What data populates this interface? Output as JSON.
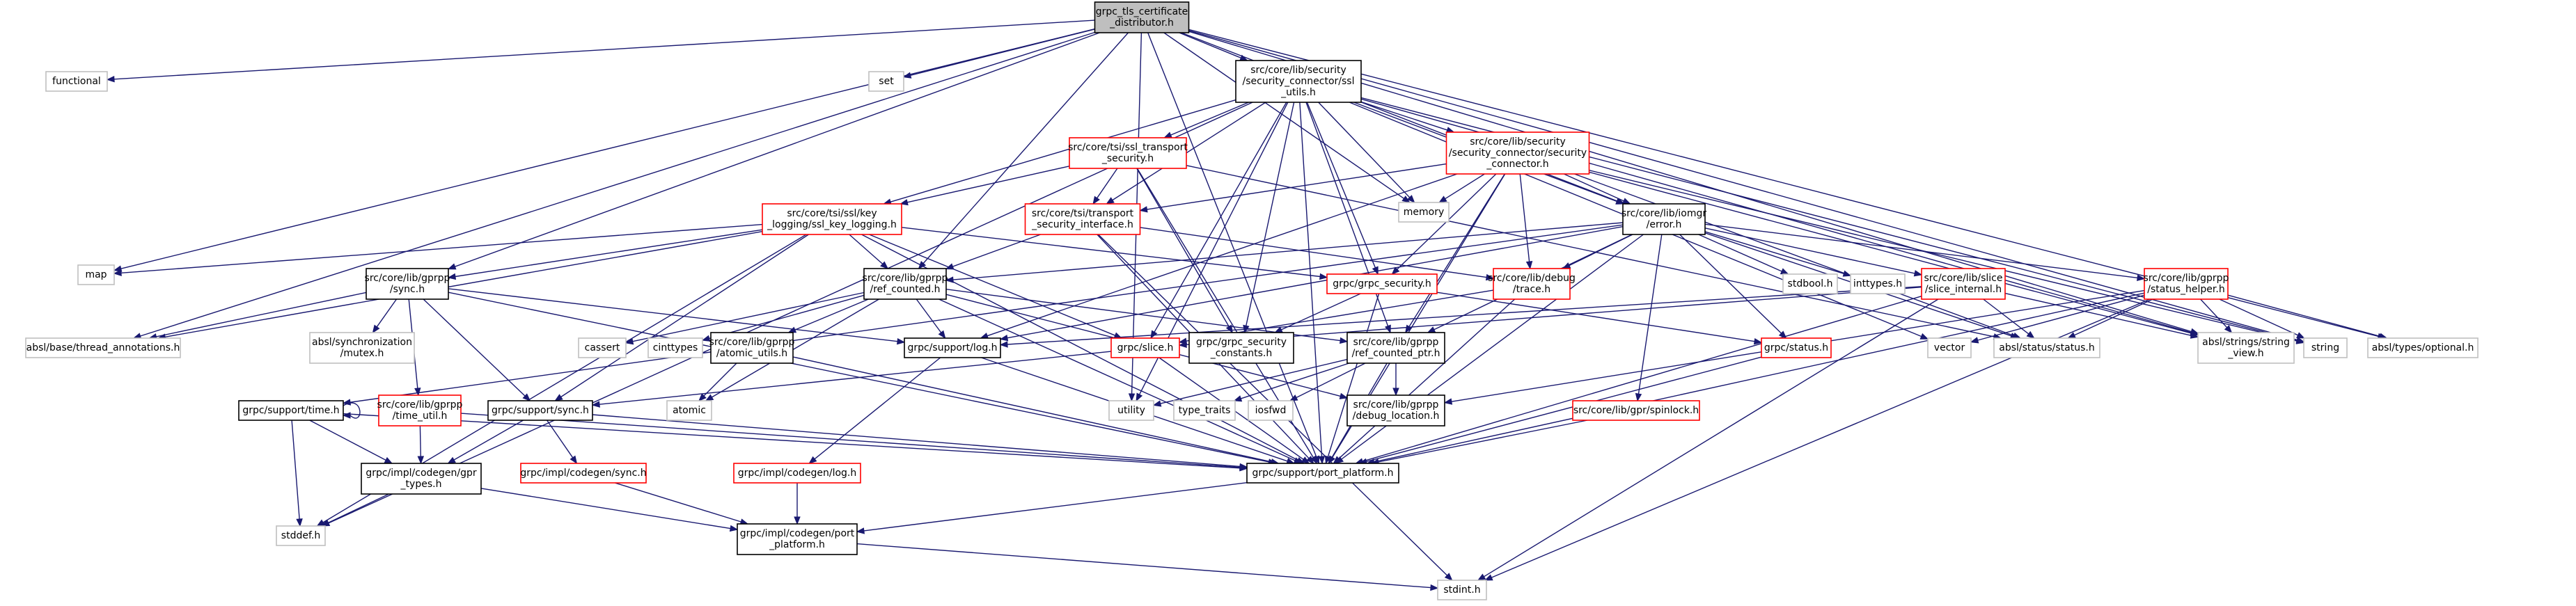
{
  "colors": {
    "edge": "#191970",
    "root_fill": "#bfbfbf",
    "root_border": "#000000",
    "documented_border": "#000000",
    "incomplete_border": "#ff0000",
    "external_border": "#bfbfbf",
    "node_fill": "#ffffff"
  },
  "nodes": [
    {
      "id": "root",
      "lines": [
        "grpc_tls_certificate",
        "_distributor.h"
      ],
      "kind": "root"
    },
    {
      "id": "functional",
      "lines": [
        "functional"
      ],
      "kind": "external"
    },
    {
      "id": "set",
      "lines": [
        "set"
      ],
      "kind": "external"
    },
    {
      "id": "ssl_utils",
      "lines": [
        "src/core/lib/security",
        "/security_connector/ssl",
        "_utils.h"
      ],
      "kind": "documented"
    },
    {
      "id": "memory",
      "lines": [
        "memory"
      ],
      "kind": "external"
    },
    {
      "id": "ssl_transport_security",
      "lines": [
        "src/core/tsi/ssl_transport",
        "_security.h"
      ],
      "kind": "incomplete"
    },
    {
      "id": "security_connector",
      "lines": [
        "src/core/lib/security",
        "/security_connector/security",
        "_connector.h"
      ],
      "kind": "incomplete"
    },
    {
      "id": "key_logging",
      "lines": [
        "src/core/tsi/ssl/key",
        "_logging/ssl_key_logging.h"
      ],
      "kind": "incomplete"
    },
    {
      "id": "transport_security_interface",
      "lines": [
        "src/core/tsi/transport",
        "_security_interface.h"
      ],
      "kind": "incomplete"
    },
    {
      "id": "iomgr_error",
      "lines": [
        "src/core/lib/iomgr",
        "/error.h"
      ],
      "kind": "documented"
    },
    {
      "id": "map",
      "lines": [
        "map"
      ],
      "kind": "external"
    },
    {
      "id": "gprpp_sync",
      "lines": [
        "src/core/lib/gprpp",
        "/sync.h"
      ],
      "kind": "documented"
    },
    {
      "id": "ref_counted",
      "lines": [
        "src/core/lib/gprpp",
        "/ref_counted.h"
      ],
      "kind": "documented"
    },
    {
      "id": "grpc_security",
      "lines": [
        "grpc/grpc_security.h"
      ],
      "kind": "incomplete"
    },
    {
      "id": "debug_trace",
      "lines": [
        "src/core/lib/debug",
        "/trace.h"
      ],
      "kind": "incomplete"
    },
    {
      "id": "stdbool",
      "lines": [
        "stdbool.h"
      ],
      "kind": "external"
    },
    {
      "id": "inttypes",
      "lines": [
        "inttypes.h"
      ],
      "kind": "external"
    },
    {
      "id": "slice_internal",
      "lines": [
        "src/core/lib/slice",
        "/slice_internal.h"
      ],
      "kind": "incomplete"
    },
    {
      "id": "status_helper",
      "lines": [
        "src/core/lib/gprpp",
        "/status_helper.h"
      ],
      "kind": "incomplete"
    },
    {
      "id": "thread_annotations",
      "lines": [
        "absl/base/thread_annotations.h"
      ],
      "kind": "external"
    },
    {
      "id": "absl_mutex",
      "lines": [
        "absl/synchronization",
        "/mutex.h"
      ],
      "kind": "external"
    },
    {
      "id": "cassert",
      "lines": [
        "cassert"
      ],
      "kind": "external"
    },
    {
      "id": "cinttypes",
      "lines": [
        "cinttypes"
      ],
      "kind": "external"
    },
    {
      "id": "atomic_utils",
      "lines": [
        "src/core/lib/gprpp",
        "/atomic_utils.h"
      ],
      "kind": "documented"
    },
    {
      "id": "support_log",
      "lines": [
        "grpc/support/log.h"
      ],
      "kind": "documented"
    },
    {
      "id": "grpc_security_constants",
      "lines": [
        "grpc/grpc_security",
        "_constants.h"
      ],
      "kind": "documented"
    },
    {
      "id": "ref_counted_ptr",
      "lines": [
        "src/core/lib/gprpp",
        "/ref_counted_ptr.h"
      ],
      "kind": "documented"
    },
    {
      "id": "grpc_slice",
      "lines": [
        "grpc/slice.h"
      ],
      "kind": "incomplete"
    },
    {
      "id": "grpc_status",
      "lines": [
        "grpc/status.h"
      ],
      "kind": "incomplete"
    },
    {
      "id": "vector",
      "lines": [
        "vector"
      ],
      "kind": "external"
    },
    {
      "id": "absl_status",
      "lines": [
        "absl/status/status.h"
      ],
      "kind": "external"
    },
    {
      "id": "string_view",
      "lines": [
        "absl/strings/string",
        "_view.h"
      ],
      "kind": "external"
    },
    {
      "id": "string",
      "lines": [
        "string"
      ],
      "kind": "external"
    },
    {
      "id": "optional",
      "lines": [
        "absl/types/optional.h"
      ],
      "kind": "external"
    },
    {
      "id": "support_time",
      "lines": [
        "grpc/support/time.h"
      ],
      "kind": "documented"
    },
    {
      "id": "time_util",
      "lines": [
        "src/core/lib/gprpp",
        "/time_util.h"
      ],
      "kind": "incomplete"
    },
    {
      "id": "support_sync",
      "lines": [
        "grpc/support/sync.h"
      ],
      "kind": "documented"
    },
    {
      "id": "atomic",
      "lines": [
        "atomic"
      ],
      "kind": "external"
    },
    {
      "id": "utility",
      "lines": [
        "utility"
      ],
      "kind": "external"
    },
    {
      "id": "type_traits",
      "lines": [
        "type_traits"
      ],
      "kind": "external"
    },
    {
      "id": "iosfwd",
      "lines": [
        "iosfwd"
      ],
      "kind": "external"
    },
    {
      "id": "debug_location",
      "lines": [
        "src/core/lib/gprpp",
        "/debug_location.h"
      ],
      "kind": "documented"
    },
    {
      "id": "gpr_spinlock",
      "lines": [
        "src/core/lib/gpr/spinlock.h"
      ],
      "kind": "incomplete"
    },
    {
      "id": "gpr_types",
      "lines": [
        "grpc/impl/codegen/gpr",
        "_types.h"
      ],
      "kind": "documented"
    },
    {
      "id": "codegen_sync",
      "lines": [
        "grpc/impl/codegen/sync.h"
      ],
      "kind": "incomplete"
    },
    {
      "id": "codegen_log",
      "lines": [
        "grpc/impl/codegen/log.h"
      ],
      "kind": "incomplete"
    },
    {
      "id": "port_platform",
      "lines": [
        "grpc/support/port_platform.h"
      ],
      "kind": "documented"
    },
    {
      "id": "stddef",
      "lines": [
        "stddef.h"
      ],
      "kind": "external"
    },
    {
      "id": "codegen_port_platform",
      "lines": [
        "grpc/impl/codegen/port",
        "_platform.h"
      ],
      "kind": "documented"
    },
    {
      "id": "stdint",
      "lines": [
        "stdint.h"
      ],
      "kind": "external"
    }
  ],
  "edges": [
    [
      "root",
      "functional"
    ],
    [
      "root",
      "set"
    ],
    [
      "root",
      "ssl_utils"
    ],
    [
      "root",
      "memory"
    ],
    [
      "root",
      "thread_annotations"
    ],
    [
      "root",
      "map"
    ],
    [
      "root",
      "gprpp_sync"
    ],
    [
      "root",
      "ref_counted"
    ],
    [
      "root",
      "utility"
    ],
    [
      "root",
      "string"
    ],
    [
      "root",
      "string_view"
    ],
    [
      "root",
      "optional"
    ],
    [
      "root",
      "port_platform"
    ],
    [
      "root",
      "iomgr_error"
    ],
    [
      "ssl_utils",
      "ssl_transport_security"
    ],
    [
      "ssl_utils",
      "security_connector"
    ],
    [
      "ssl_utils",
      "key_logging"
    ],
    [
      "ssl_utils",
      "transport_security_interface"
    ],
    [
      "ssl_utils",
      "iomgr_error"
    ],
    [
      "ssl_utils",
      "grpc_security"
    ],
    [
      "ssl_utils",
      "grpc_security_constants"
    ],
    [
      "ssl_utils",
      "ref_counted_ptr"
    ],
    [
      "ssl_utils",
      "grpc_slice"
    ],
    [
      "ssl_utils",
      "vector"
    ],
    [
      "ssl_utils",
      "string"
    ],
    [
      "ssl_utils",
      "string_view"
    ],
    [
      "ssl_utils",
      "utility"
    ],
    [
      "ssl_utils",
      "port_platform"
    ],
    [
      "ssl_utils",
      "stddef"
    ],
    [
      "ssl_utils",
      "memory"
    ],
    [
      "ssl_transport_security",
      "key_logging"
    ],
    [
      "ssl_transport_security",
      "transport_security_interface"
    ],
    [
      "ssl_transport_security",
      "grpc_security_constants"
    ],
    [
      "ssl_transport_security",
      "absl_status"
    ],
    [
      "ssl_transport_security",
      "port_platform"
    ],
    [
      "security_connector",
      "iomgr_error"
    ],
    [
      "security_connector",
      "grpc_security"
    ],
    [
      "security_connector",
      "debug_trace"
    ],
    [
      "security_connector",
      "transport_security_interface"
    ],
    [
      "security_connector",
      "ref_counted_ptr"
    ],
    [
      "security_connector",
      "support_log"
    ],
    [
      "security_connector",
      "memory"
    ],
    [
      "security_connector",
      "absl_status"
    ],
    [
      "security_connector",
      "string_view"
    ],
    [
      "security_connector",
      "port_platform"
    ],
    [
      "security_connector",
      "string"
    ],
    [
      "key_logging",
      "gprpp_sync"
    ],
    [
      "key_logging",
      "ref_counted"
    ],
    [
      "key_logging",
      "grpc_slice"
    ],
    [
      "key_logging",
      "support_sync"
    ],
    [
      "key_logging",
      "map"
    ],
    [
      "key_logging",
      "thread_annotations"
    ],
    [
      "key_logging",
      "port_platform"
    ],
    [
      "key_logging",
      "grpc_security"
    ],
    [
      "key_logging",
      "stddef"
    ],
    [
      "transport_security_interface",
      "ref_counted"
    ],
    [
      "transport_security_interface",
      "debug_trace"
    ],
    [
      "transport_security_interface",
      "stdint"
    ],
    [
      "transport_security_interface",
      "port_platform"
    ],
    [
      "iomgr_error",
      "debug_trace"
    ],
    [
      "iomgr_error",
      "status_helper"
    ],
    [
      "iomgr_error",
      "slice_internal"
    ],
    [
      "iomgr_error",
      "grpc_status"
    ],
    [
      "iomgr_error",
      "gpr_spinlock"
    ],
    [
      "iomgr_error",
      "stdbool"
    ],
    [
      "iomgr_error",
      "inttypes"
    ],
    [
      "iomgr_error",
      "absl_status"
    ],
    [
      "iomgr_error",
      "support_log"
    ],
    [
      "iomgr_error",
      "ref_counted"
    ],
    [
      "iomgr_error",
      "port_platform"
    ],
    [
      "iomgr_error",
      "support_time"
    ],
    [
      "iomgr_error",
      "ref_counted_ptr"
    ],
    [
      "gprpp_sync",
      "absl_mutex"
    ],
    [
      "gprpp_sync",
      "thread_annotations"
    ],
    [
      "gprpp_sync",
      "time_util"
    ],
    [
      "gprpp_sync",
      "support_sync"
    ],
    [
      "gprpp_sync",
      "support_log"
    ],
    [
      "gprpp_sync",
      "port_platform"
    ],
    [
      "ref_counted",
      "atomic_utils"
    ],
    [
      "ref_counted",
      "ref_counted_ptr"
    ],
    [
      "ref_counted",
      "debug_location"
    ],
    [
      "ref_counted",
      "support_log"
    ],
    [
      "ref_counted",
      "cassert"
    ],
    [
      "ref_counted",
      "cinttypes"
    ],
    [
      "ref_counted",
      "atomic"
    ],
    [
      "ref_counted",
      "port_platform"
    ],
    [
      "grpc_security",
      "grpc_security_constants"
    ],
    [
      "grpc_security",
      "grpc_status"
    ],
    [
      "grpc_security",
      "port_platform"
    ],
    [
      "debug_trace",
      "port_platform"
    ],
    [
      "debug_trace",
      "grpc_slice"
    ],
    [
      "slice_internal",
      "grpc_slice"
    ],
    [
      "slice_internal",
      "absl_status"
    ],
    [
      "slice_internal",
      "string_view"
    ],
    [
      "slice_internal",
      "stdint"
    ],
    [
      "slice_internal",
      "support_log"
    ],
    [
      "slice_internal",
      "port_platform"
    ],
    [
      "status_helper",
      "absl_status"
    ],
    [
      "status_helper",
      "string_view"
    ],
    [
      "status_helper",
      "optional"
    ],
    [
      "status_helper",
      "string"
    ],
    [
      "status_helper",
      "vector"
    ],
    [
      "status_helper",
      "debug_location"
    ],
    [
      "status_helper",
      "stdint"
    ],
    [
      "status_helper",
      "port_platform"
    ],
    [
      "atomic_utils",
      "atomic"
    ],
    [
      "atomic_utils",
      "port_platform"
    ],
    [
      "support_log",
      "codegen_log"
    ],
    [
      "support_log",
      "port_platform"
    ],
    [
      "ref_counted_ptr",
      "debug_location"
    ],
    [
      "ref_counted_ptr",
      "type_traits"
    ],
    [
      "ref_counted_ptr",
      "utility"
    ],
    [
      "ref_counted_ptr",
      "iosfwd"
    ],
    [
      "ref_counted_ptr",
      "port_platform"
    ],
    [
      "grpc_slice",
      "support_sync"
    ],
    [
      "grpc_slice",
      "port_platform"
    ],
    [
      "grpc_status",
      "port_platform"
    ],
    [
      "support_time",
      "gpr_types"
    ],
    [
      "support_time",
      "stddef"
    ],
    [
      "support_time",
      "port_platform"
    ],
    [
      "support_time",
      "support_time"
    ],
    [
      "time_util",
      "gpr_types"
    ],
    [
      "time_util",
      "port_platform"
    ],
    [
      "support_sync",
      "gpr_types"
    ],
    [
      "support_sync",
      "codegen_sync"
    ],
    [
      "support_sync",
      "port_platform"
    ],
    [
      "gpr_spinlock",
      "port_platform"
    ],
    [
      "gpr_types",
      "codegen_port_platform"
    ],
    [
      "gpr_types",
      "stddef"
    ],
    [
      "codegen_sync",
      "codegen_port_platform"
    ],
    [
      "codegen_log",
      "codegen_port_platform"
    ],
    [
      "port_platform",
      "codegen_port_platform"
    ],
    [
      "codegen_port_platform",
      "stdint"
    ]
  ]
}
